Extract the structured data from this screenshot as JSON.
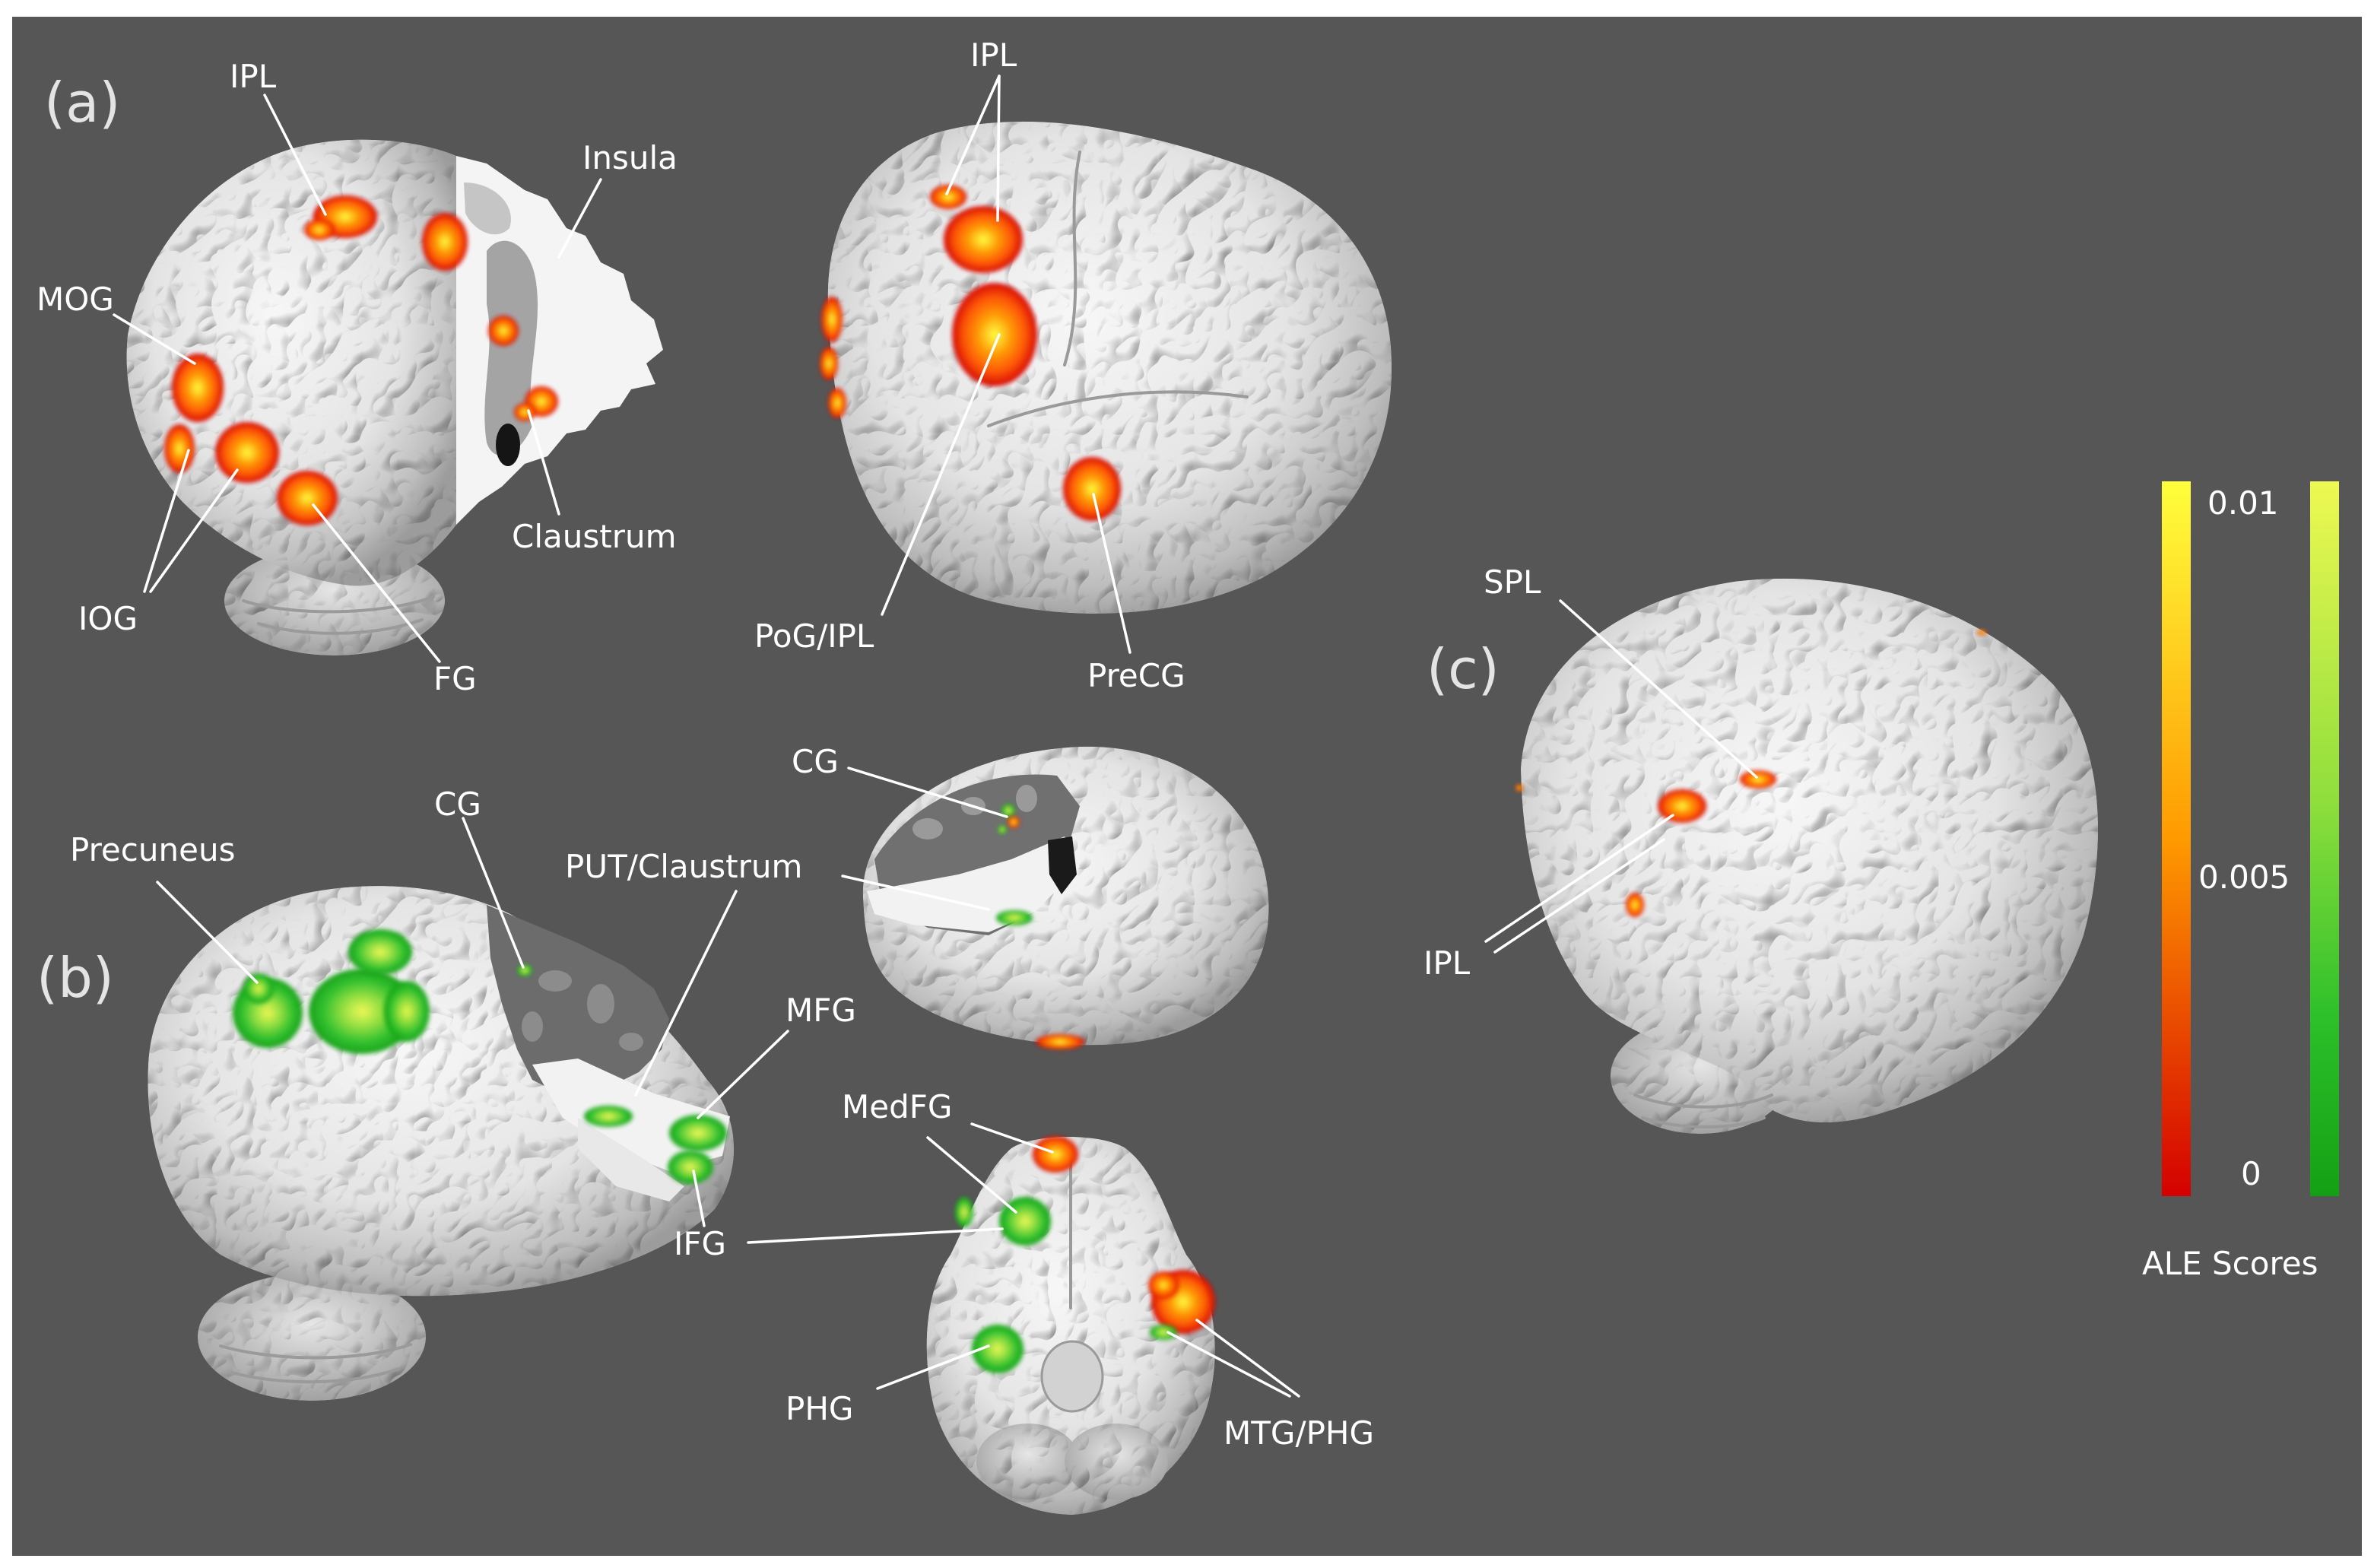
{
  "figure": {
    "background_color": "#565656",
    "panel_a": {
      "label": "(a)",
      "left_brain": {
        "ipl": "IPL",
        "insula": "Insula",
        "mog": "MOG",
        "claustrum": "Claustrum",
        "iog": "IOG",
        "fg": "FG"
      },
      "right_brain": {
        "ipl": "IPL",
        "pog_ipl": "PoG/IPL",
        "precg": "PreCG"
      }
    },
    "panel_b": {
      "label": "(b)",
      "labels": {
        "precuneus": "Precuneus",
        "cg_left": "CG",
        "cg_right": "CG",
        "put_claustrum": "PUT/Claustrum",
        "mfg": "MFG",
        "medfg": "MedFG",
        "ifg": "IFG",
        "phg": "PHG",
        "mtg_phg": "MTG/PHG"
      }
    },
    "panel_c": {
      "label": "(c)",
      "spl": "SPL",
      "ipl": "IPL"
    }
  },
  "colorbar": {
    "title": "ALE Scores",
    "tick_labels": [
      "0.01",
      "0.005",
      "0"
    ],
    "range": [
      0,
      0.01
    ],
    "hot_scale": [
      "#ffff3c",
      "#ff9a00",
      "#ff5200",
      "#d40000"
    ],
    "green_scale": [
      "#eef852",
      "#8ede3c",
      "#2dc02a",
      "#14a014"
    ]
  }
}
